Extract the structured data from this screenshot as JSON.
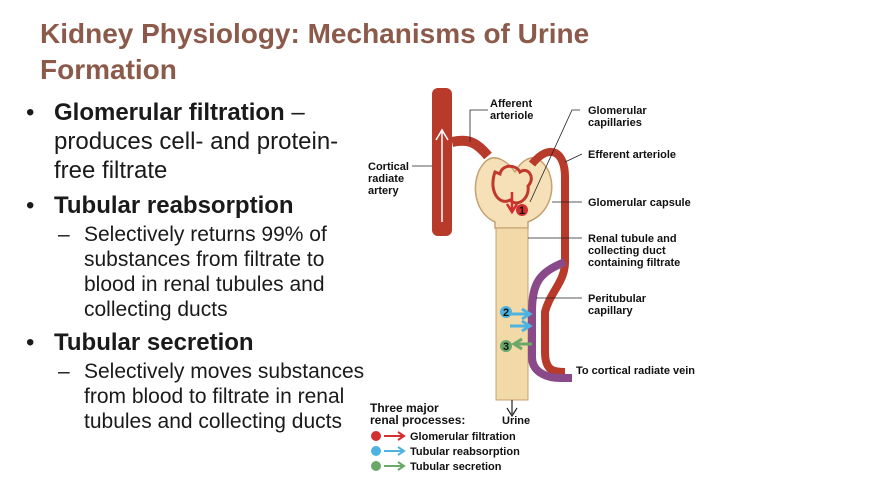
{
  "title": "Kidney Physiology: Mechanisms of Urine Formation",
  "bullets": {
    "b1_bold": "Glomerular filtration",
    "b1_rest": " – produces cell- and protein-free filtrate",
    "b2_bold": "Tubular reabsorption",
    "b2_sub": "Selectively returns 99% of substances from filtrate to blood in renal tubules and collecting ducts",
    "b3_bold": "Tubular secretion",
    "b3_sub": "Selectively moves substances from blood to filtrate in renal tubules and collecting ducts"
  },
  "diagram": {
    "afferent_1": "Afferent",
    "afferent_2": "arteriole",
    "glom_cap_1": "Glomerular",
    "glom_cap_2": "capillaries",
    "efferent": "Efferent arteriole",
    "cortical_1": "Cortical",
    "cortical_2": "radiate",
    "cortical_3": "artery",
    "capsule": "Glomerular capsule",
    "tubule_1": "Renal tubule and",
    "tubule_2": "collecting duct",
    "tubule_3": "containing filtrate",
    "peritub_1": "Peritubular",
    "peritub_2": "capillary",
    "vein": "To cortical radiate vein",
    "urine": "Urine",
    "legend_title_1": "Three major",
    "legend_title_2": "renal processes:",
    "legend_1": "Glomerular filtration",
    "legend_2": "Tubular reabsorption",
    "legend_3": "Tubular secretion",
    "num_1": "1",
    "num_2": "2",
    "num_3": "3"
  },
  "colors": {
    "title": "#8b5a4a",
    "artery": "#b83a2a",
    "tubule": "#f2d9a8",
    "peritubular": "#8a4a8a",
    "filtration": "#d32f2f",
    "reabsorption": "#4fb3e0",
    "secretion": "#6aa86a"
  }
}
